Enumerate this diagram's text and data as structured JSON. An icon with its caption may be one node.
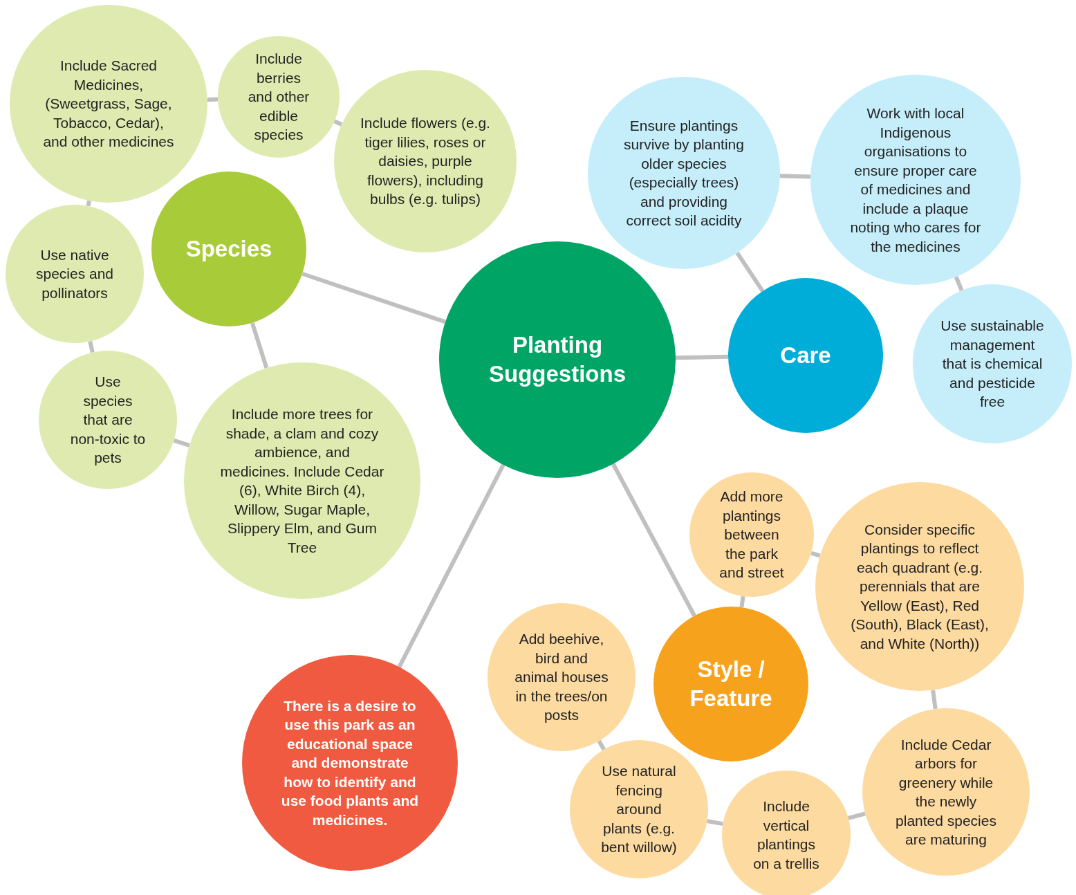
{
  "diagram": {
    "nodes": [
      {
        "text": [
          "Planting Suggestions"
        ]
      },
      {
        "text": [
          "Species"
        ]
      },
      {
        "text": [
          "Include Sacred Medicines, (Sweetgrass, Sage, Tobacco, Cedar), and other medicines"
        ]
      },
      {
        "text": [
          "Include berries and other edible species"
        ]
      },
      {
        "text": [
          "Include flowers (e.g. tiger lilies, roses or daisies, purple flowers), including bulbs (e.g. tulips)"
        ]
      },
      {
        "text": [
          "Use native species and pollinators"
        ]
      },
      {
        "text": [
          "Use species that are non-toxic to pets"
        ]
      },
      {
        "text": [
          "Include more trees for shade, a clam and cozy ambience, and medicines. Include Cedar (6), White Birch (4), Willow, Sugar Maple, Slippery Elm, and Gum Tree"
        ]
      },
      {
        "text": [
          "Care"
        ]
      },
      {
        "text": [
          "Ensure plantings survive by planting older species (especially trees) and providing correct soil acidity"
        ]
      },
      {
        "text": [
          "Work with local Indigenous organisations to ensure proper care of medicines and include a plaque noting who cares for the medicines"
        ]
      },
      {
        "text": [
          "Use sustainable management that is chemical and pesticide free"
        ]
      },
      {
        "text": [
          "Style / Feature"
        ]
      },
      {
        "text": [
          "Add more plantings between the park and street"
        ]
      },
      {
        "text": [
          "Consider specific plantings to reflect each quadrant (e.g. perennials that are Yellow (East), Red (South), Black (East), and White (North))"
        ]
      },
      {
        "text": [
          "Add beehive, bird and animal houses in the trees/on posts"
        ]
      },
      {
        "text": [
          "Use natural fencing around plants (e.g. bent willow)"
        ]
      },
      {
        "text": [
          "Include vertical plantings on a trellis"
        ]
      },
      {
        "text": [
          "Include Cedar arbors for greenery while the newly planted species are maturing"
        ]
      },
      {
        "text": [
          "There is a desire to use this park as an educational space and demonstrate how to identify and use food plants and medicines."
        ]
      }
    ],
    "edges": [
      {
        "from": 0,
        "to": 1,
        "arrow": "none"
      },
      {
        "from": 0,
        "to": 8,
        "arrow": "none"
      },
      {
        "from": 0,
        "to": 12,
        "arrow": "none"
      },
      {
        "from": 0,
        "to": 19,
        "arrow": "none"
      },
      {
        "from": 1,
        "to": 7,
        "arrow": "none"
      },
      {
        "from": 2,
        "to": 3,
        "arrow": "none"
      },
      {
        "from": 3,
        "to": 4,
        "arrow": "none"
      },
      {
        "from": 2,
        "to": 5,
        "arrow": "none"
      },
      {
        "from": 5,
        "to": 6,
        "arrow": "none"
      },
      {
        "from": 6,
        "to": 7,
        "arrow": "none"
      },
      {
        "from": 8,
        "to": 9,
        "arrow": "none"
      },
      {
        "from": 9,
        "to": 10,
        "arrow": "none"
      },
      {
        "from": 10,
        "to": 11,
        "arrow": "none"
      },
      {
        "from": 12,
        "to": 13,
        "arrow": "none"
      },
      {
        "from": 13,
        "to": 14,
        "arrow": "none"
      },
      {
        "from": 14,
        "to": 18,
        "arrow": "none"
      },
      {
        "from": 18,
        "to": 17,
        "arrow": "none"
      },
      {
        "from": 17,
        "to": 16,
        "arrow": "none"
      },
      {
        "from": 16,
        "to": 15,
        "arrow": "none"
      }
    ]
  }
}
